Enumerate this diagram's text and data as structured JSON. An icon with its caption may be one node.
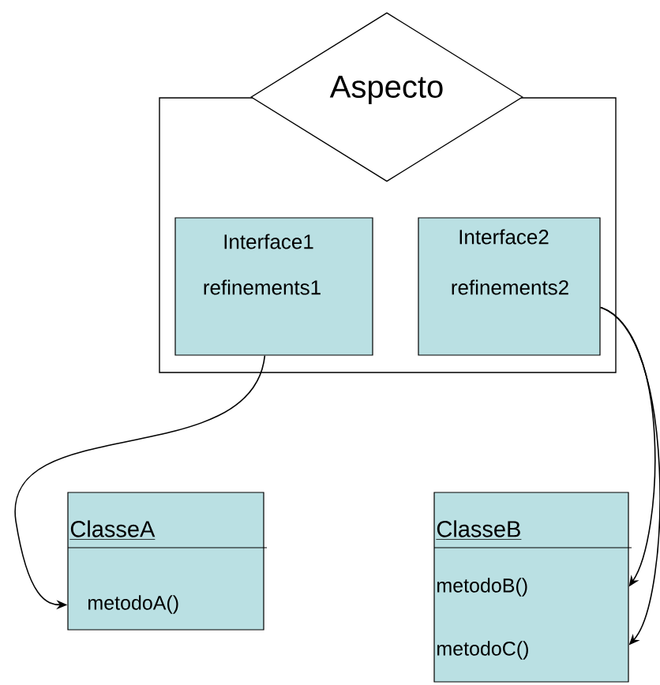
{
  "diagram": {
    "nodes": [
      {
        "text": [],
        "shape": "box"
      },
      {
        "text": [
          "Aspecto"
        ]
      },
      {
        "text": [
          "Interface1",
          "refinements1"
        ],
        "in": 0
      },
      {
        "text": [
          "Interface2",
          "refinements2"
        ],
        "in": 0
      },
      {
        "text": [
          "ClasseA",
          "metodoA()"
        ]
      },
      {
        "text": [
          "ClasseB",
          "metodoB()",
          "metodoC()"
        ]
      }
    ],
    "edges": [
      {
        "from": 2,
        "to": 4,
        "arrow": "to"
      },
      {
        "from": 3,
        "to": 5,
        "arrow": "to"
      },
      {
        "from": 3,
        "to": 5,
        "arrow": "to"
      }
    ]
  }
}
